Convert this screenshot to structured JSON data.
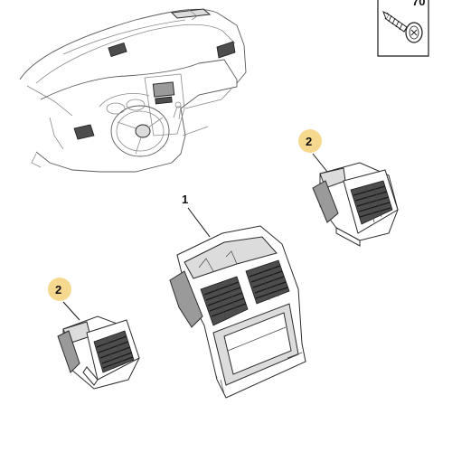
{
  "callouts": {
    "part1": "1",
    "part2_right": "2",
    "part2_left": "2",
    "screw_ref": "70"
  },
  "colors": {
    "bubble": "#f6d98f",
    "line": "#111111"
  },
  "icons": {
    "screw": "screw-icon"
  }
}
